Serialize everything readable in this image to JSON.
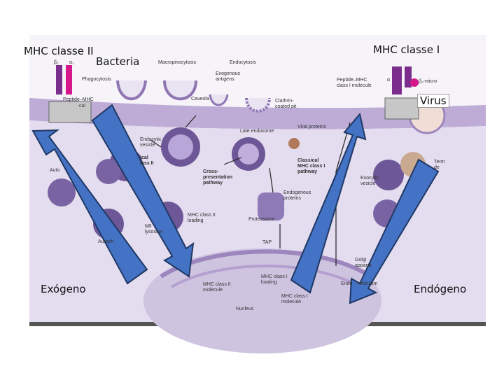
{
  "labels": {
    "mhc_class_ii": "MHC classe II",
    "mhc_class_i": "MHC classe I",
    "bacteria": "Bacteria",
    "virus": "Virus",
    "exogenous": "Exógeno",
    "endogenous": "Endógeno"
  },
  "figure_labels": {
    "macropinocytosis": "Macropinocytosis",
    "endocytosis": "Endocytosis",
    "phagocytosis": "Phagocytosis",
    "exogenous_antigens": "Exogenous\nantigens",
    "peptide_mhc_left": "Peptide–MHC",
    "peptide_mhc_class_i": "Peptide–MHC\nclass I molecule",
    "caveola": "Caveola",
    "clathrin": "Clathrin-\ncoated pit",
    "late_endosome": "Late endosome",
    "viral_proteins": "Viral proteins",
    "endocytic_vesicle": "Endocytic\nvesicle",
    "classical_ii": "ical\nlass II",
    "cross_presentation": "Cross-\npresentation\npathway",
    "classical_mhc_i": "Classical\nMHC class I\npathway",
    "endogenous_proteins": "Endogenous\nproteins",
    "exocytic_vesicle": "Exocytic\nvesicle",
    "term": "Term\nde",
    "auto": "Auto",
    "mhc_ii_loading": "MHC class II\nloading",
    "lysosome": "MII\nlysosom",
    "proteasome": "Proteasome",
    "autophagy": "Autoph",
    "tap": "TAP",
    "golgi": "Golgi\napparat",
    "mhc_i_loading": "MHC class I\nloading",
    "endoplasmic": "Endo    reticulum",
    "mhc_ii_molecule": "MHC class II\nmolecule",
    "mhc_i_molecule": "MHC class I\nmolecule",
    "nucleus": "Nucleus",
    "beta2": "β₂",
    "alpha1": "α₁",
    "alpha_small": "α",
    "beta_microglobulin": "β₂-micro",
    "culo": "cul"
  },
  "colors": {
    "arrow_fill": "#4472c4",
    "arrow_stroke": "#1f3864",
    "cell_membrane": "#b8a3d1",
    "cytoplasm": "#ddd3ea",
    "mhc_purple": "#7b2d8e",
    "mhc_magenta": "#d6168b"
  }
}
